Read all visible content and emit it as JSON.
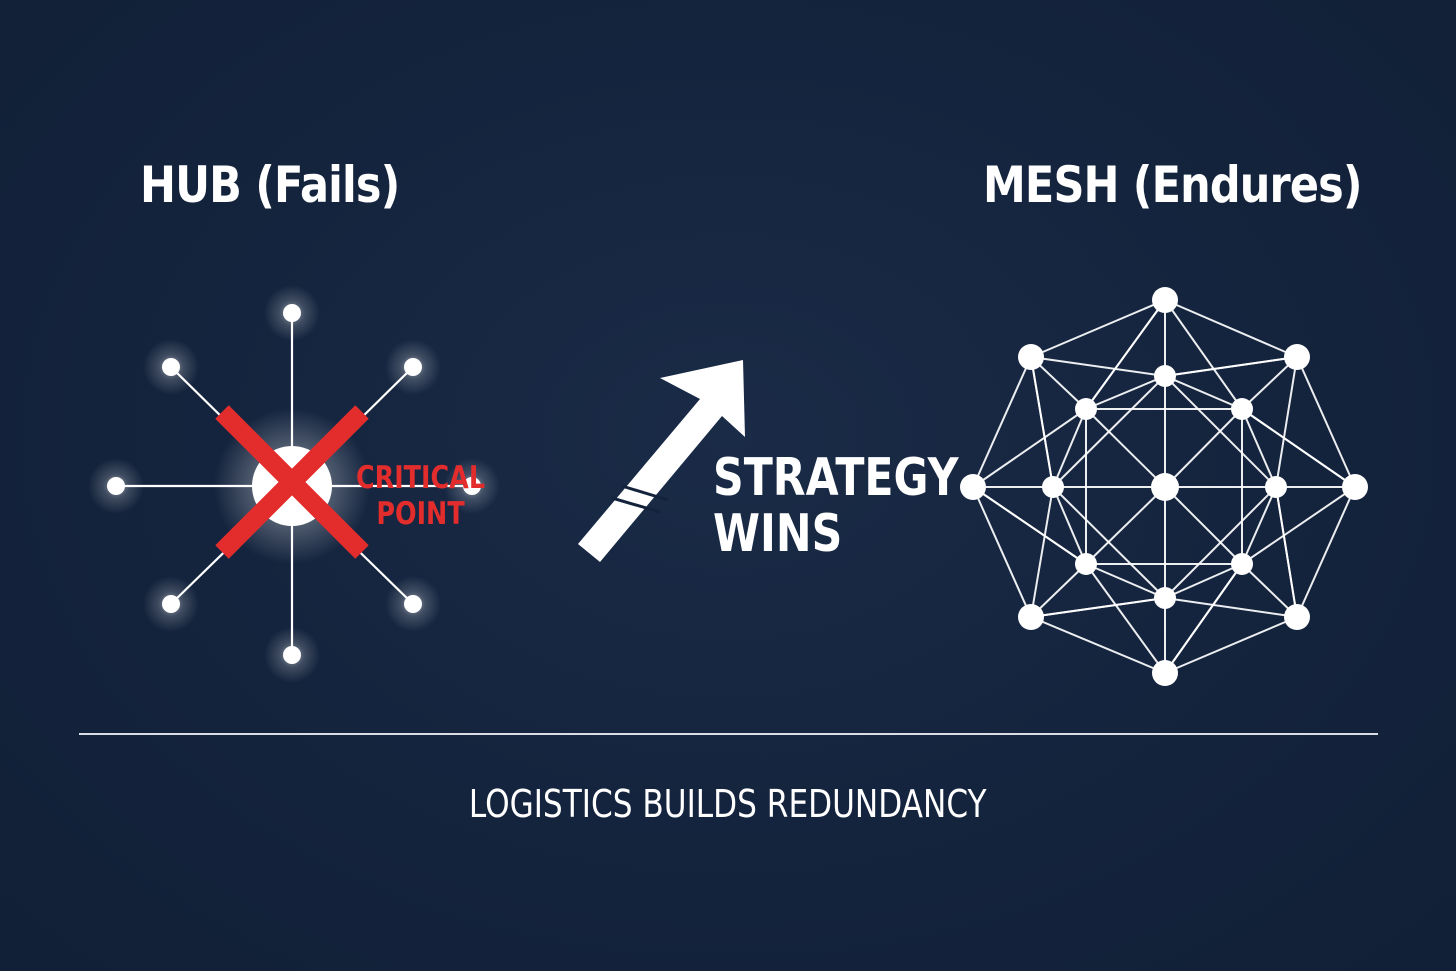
{
  "hub": {
    "title": "HUB (Fails)",
    "critical_line1": "CRITICAL",
    "critical_line2": "POINT"
  },
  "center": {
    "line1": "STRATEGY",
    "line2": "WINS"
  },
  "mesh": {
    "title": "MESH (Endures)"
  },
  "caption": "LOGISTICS BUILDS REDUNDANCY",
  "colors": {
    "background": "#14233c",
    "node": "#ffffff",
    "cross": "#e32d2d",
    "line": "#ffffff"
  }
}
